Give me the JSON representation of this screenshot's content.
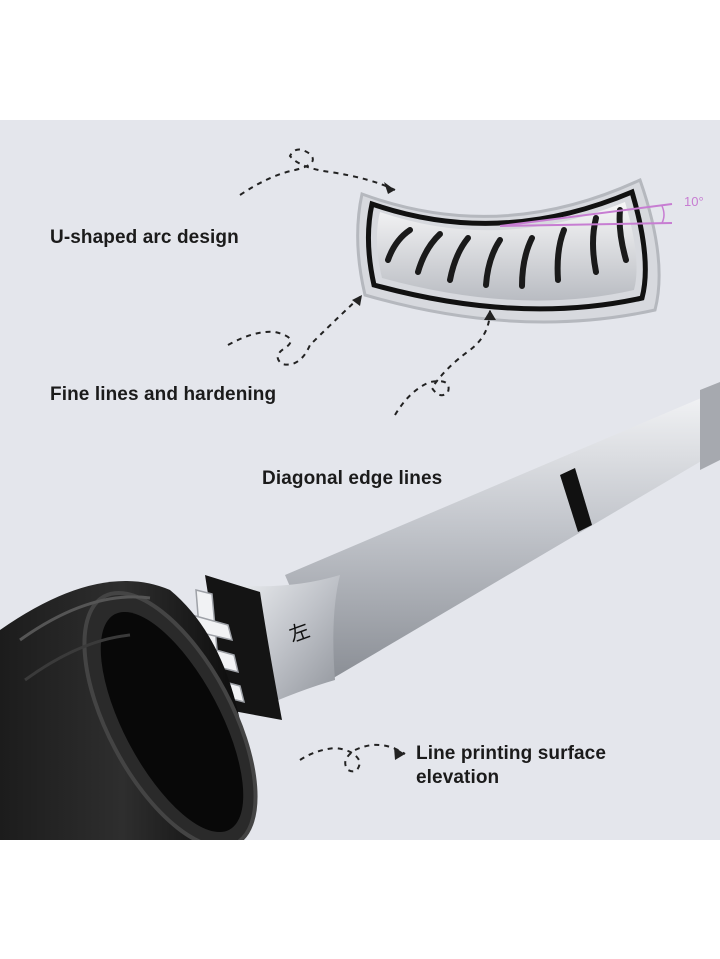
{
  "callouts": {
    "u_shaped": "U-shaped arc design",
    "fine_lines": "Fine lines and hardening",
    "diagonal": "Diagonal edge lines",
    "line_printing_1": "Line printing surface",
    "line_printing_2": "elevation"
  },
  "angle_label": "10°",
  "handle_mark": "左",
  "colors": {
    "background": "#e4e6ec",
    "handle": "#c6c9cf",
    "dark": "#111111",
    "angle_accent": "#c77dd2"
  }
}
